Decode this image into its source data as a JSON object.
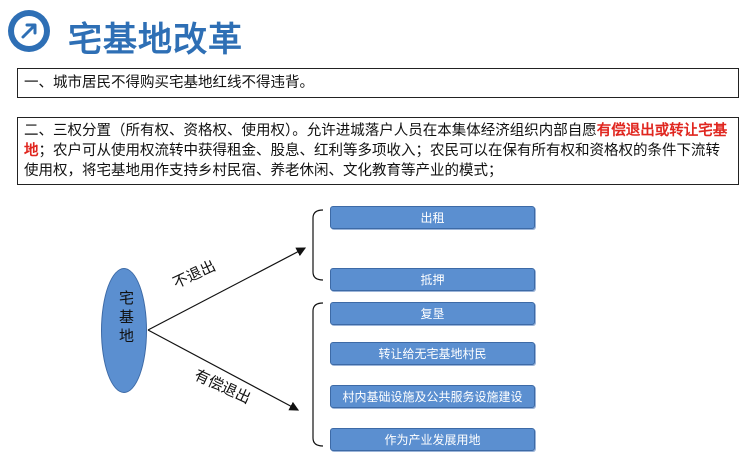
{
  "header": {
    "title": "宅基地改革",
    "icon": "arrow-circle-icon",
    "accent_color": "#2e6fb5"
  },
  "points": {
    "item1": "一、城市居民不得购买宅基地红线不得违背。",
    "item2_before": "二、三权分置（所有权、资格权、使用权）。允许进城落户人员在本集体经济组织内部自愿",
    "item2_highlight": "有偿退出或转让宅基地",
    "item2_after": "；农户可从使用权流转中获得租金、股息、红利等多项收入；农民可以在保有所有权和资格权的条件下流转使用权，将宅基地用作支持乡村民宿、养老休闲、文化教育等产业的模式；",
    "highlight_color": "#e0261f"
  },
  "diagram": {
    "root": "宅基地",
    "branches": [
      {
        "label": "不退出",
        "items": [
          "出租",
          "抵押"
        ]
      },
      {
        "label": "有偿退出",
        "items": [
          "复垦",
          "转让给无宅基地村民",
          "村内基础设施及公共服务设施建设",
          "作为产业发展用地"
        ]
      }
    ],
    "node_color": "#5b8fd0"
  }
}
